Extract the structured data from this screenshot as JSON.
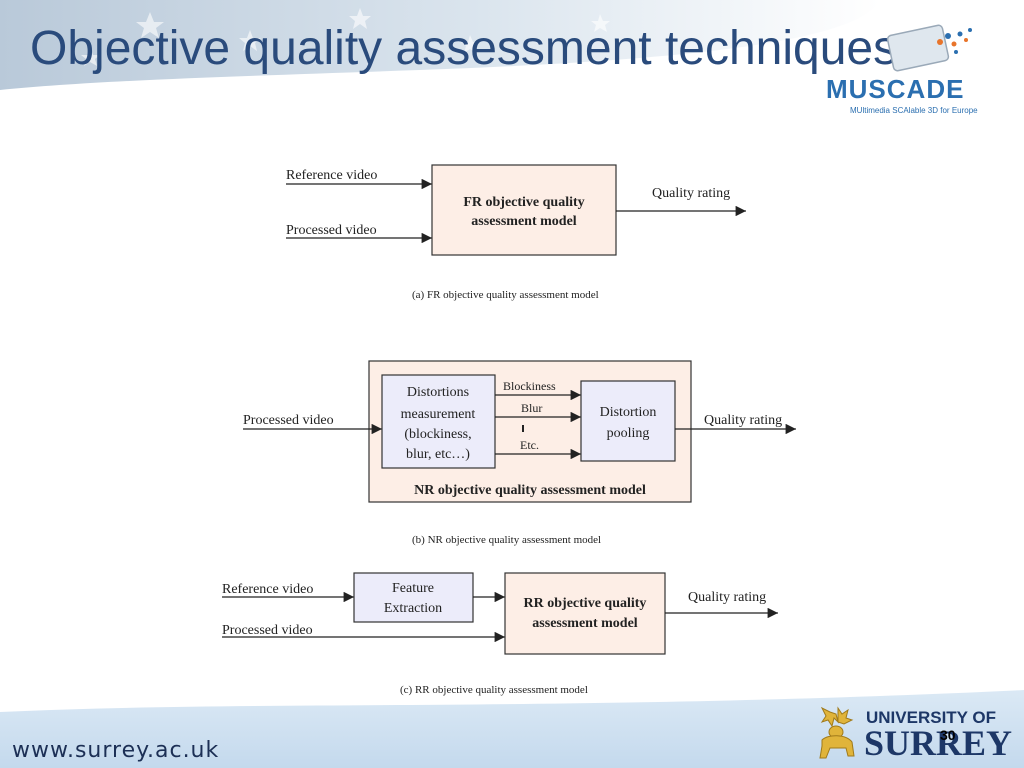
{
  "slide": {
    "title": "Objective quality assessment techniques",
    "page_number": "30",
    "footer_url": "www.surrey.ac.uk"
  },
  "logos": {
    "muscade": {
      "wordmark": "MUSCADE",
      "tagline": "MUltimedia SCAlable 3D for Europe"
    },
    "surrey": {
      "line1": "UNIVERSITY OF",
      "line2": "SURREY"
    }
  },
  "diagram_fr": {
    "input_reference": "Reference video",
    "input_processed": "Processed video",
    "model_line1": "FR objective quality",
    "model_line2": "assessment model",
    "output": "Quality rating",
    "caption": "(a)  FR objective quality assessment model"
  },
  "diagram_nr": {
    "input_processed": "Processed video",
    "measure_line1": "Distortions",
    "measure_line2": "measurement",
    "measure_line3": "(blockiness,",
    "measure_line4": "blur, etc…)",
    "feature_blockiness": "Blockiness",
    "feature_blur": "Blur",
    "feature_etc": "Etc.",
    "pooling_line1": "Distortion",
    "pooling_line2": "pooling",
    "output": "Quality rating",
    "model_label": "NR objective quality assessment model",
    "caption": "(b)  NR objective quality assessment model"
  },
  "diagram_rr": {
    "input_reference": "Reference video",
    "input_processed": "Processed video",
    "feature_line1": "Feature",
    "feature_line2": "Extraction",
    "model_line1": "RR objective quality",
    "model_line2": "assessment model",
    "output": "Quality rating",
    "caption": "(c)  RR objective quality assessment model"
  },
  "colors": {
    "title": "#2a4b7c",
    "model_box_fill": "#fdeee6",
    "blue_box_fill": "#ececfa",
    "footer_text": "#1c2f55"
  }
}
